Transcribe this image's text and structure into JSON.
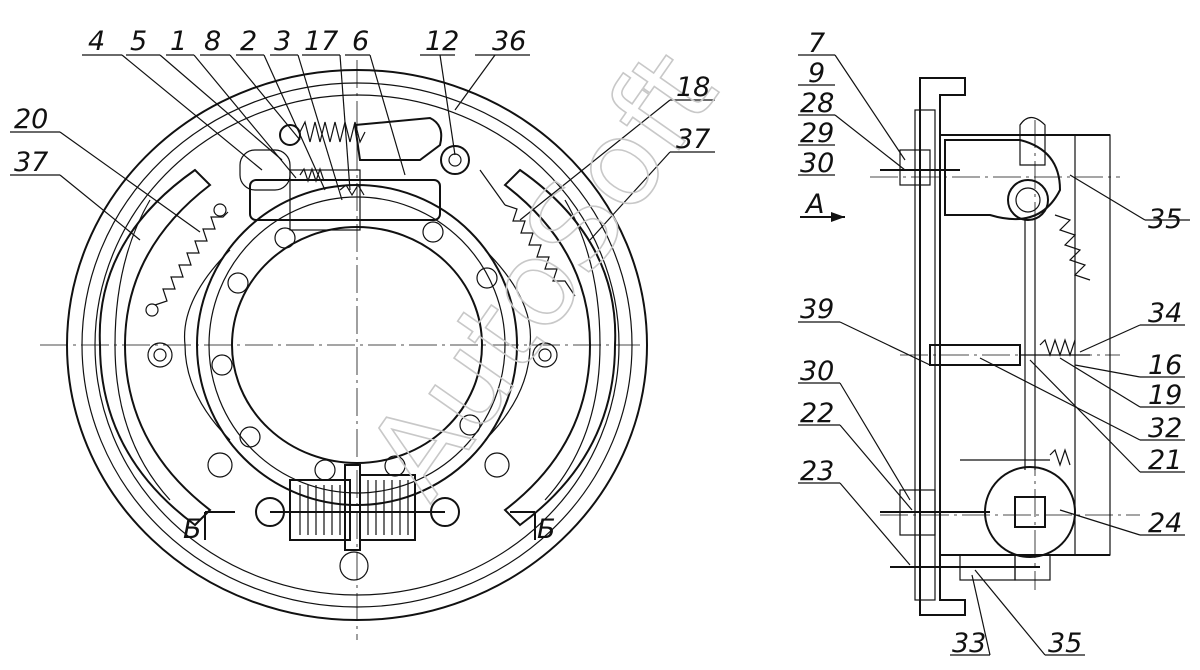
{
  "watermark": "AutoSoft",
  "labels": {
    "l4": "4",
    "l5": "5",
    "l1": "1",
    "l8": "8",
    "l2": "2",
    "l3": "3",
    "l17": "17",
    "l6": "6",
    "l12": "12",
    "l36": "36",
    "l20": "20",
    "l37a": "37",
    "l18": "18",
    "l37b": "37",
    "l7": "7",
    "l9": "9",
    "l28": "28",
    "l29": "29",
    "l30a": "30",
    "l35a": "35",
    "l39": "39",
    "l34": "34",
    "l30b": "30",
    "l16": "16",
    "l22": "22",
    "l19": "19",
    "l32": "32",
    "l21": "21",
    "l23": "23",
    "l24": "24",
    "l33": "33",
    "l35b": "35"
  },
  "view_marks": {
    "section_left": "Б",
    "section_right": "Б",
    "arrow_view": "А"
  }
}
